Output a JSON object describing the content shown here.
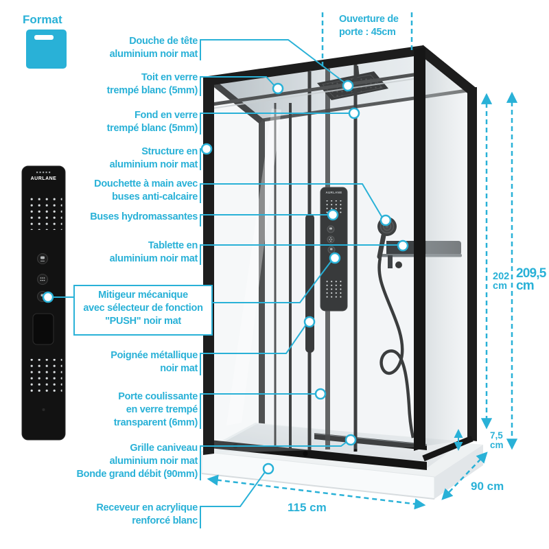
{
  "accent": "#29b1d7",
  "format": {
    "label": "Format"
  },
  "panel": {
    "brand": "AURLANE"
  },
  "column": {
    "brand": "AURLANE"
  },
  "callouts": {
    "head_shower": "Douche de tête\naluminium noir mat",
    "roof": "Toit en verre\ntrempé blanc (5mm)",
    "back_glass": "Fond en verre\ntrempé blanc (5mm)",
    "structure": "Structure en\naluminium noir mat",
    "hand_shower": "Douchette à main avec\nbuses anti-calcaire",
    "jets": "Buses hydromassantes",
    "shelf": "Tablette en\naluminium noir mat",
    "mixer": "Mitigeur mécanique\navec sélecteur de fonction\n\"PUSH\" noir mat",
    "handle": "Poignée métallique\nnoir mat",
    "door": "Porte coulissante\nen verre trempé\ntransparent (6mm)",
    "drain": "Grille caniveau\naluminium noir mat\nBonde grand débit (90mm)",
    "tray": "Receveur en acrylique\nrenforcé blanc",
    "door_opening": "Ouverture de\nporte : 45cm"
  },
  "dimensions": {
    "height_inner": "202\ncm",
    "height_total": "209,5\ncm",
    "tray_height": "7,5\ncm",
    "depth": "90 cm",
    "width": "115 cm"
  }
}
